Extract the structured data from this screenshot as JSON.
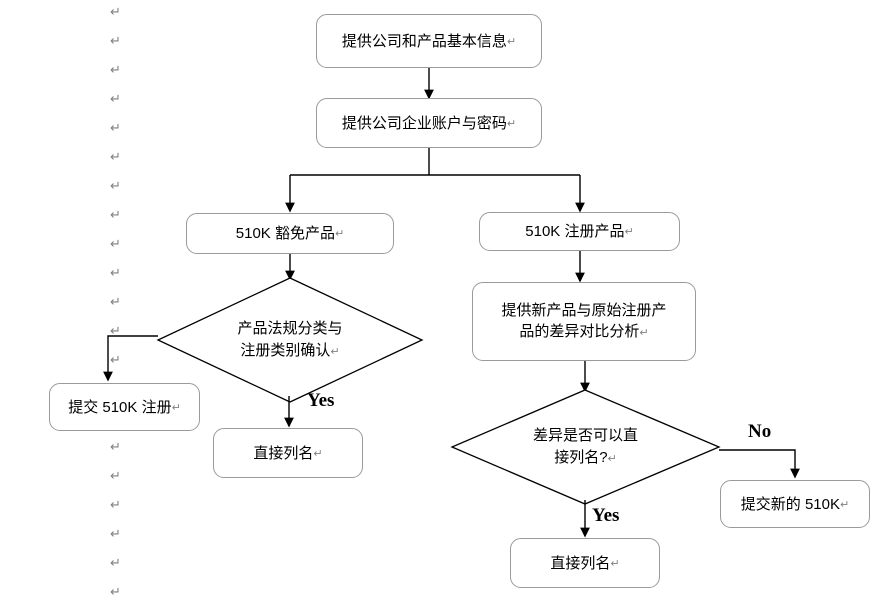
{
  "document": {
    "type": "flowchart",
    "language": "zh-CN",
    "background_color": "#ffffff",
    "shape_border_color": "#9a9a9a",
    "connector_color": "#000000",
    "return_mark": "↵",
    "return_mark_color": "#808080",
    "return_mark_count": 21
  },
  "nodes": {
    "start_info": {
      "label": "提供公司和产品基本信息",
      "shape": "rounded-rect"
    },
    "account": {
      "label": "提供公司企业账户与密码",
      "shape": "rounded-rect"
    },
    "exempt_product": {
      "label": "510K 豁免产品",
      "shape": "rounded-rect"
    },
    "registered_product": {
      "label": "510K 注册产品",
      "shape": "rounded-rect"
    },
    "classify_decision": {
      "label_line1": "产品法规分类与",
      "label_line2": "注册类别确认",
      "shape": "diamond"
    },
    "submit_510k": {
      "label": "提交 510K 注册",
      "shape": "rounded-rect"
    },
    "direct_list_left": {
      "label": "直接列名",
      "shape": "rounded-rect"
    },
    "diff_analysis": {
      "label_line1": "提供新产品与原始注册产",
      "label_line2": "品的差异对比分析",
      "shape": "rounded-rect"
    },
    "diff_decision": {
      "label_line1": "差异是否可以直",
      "label_line2": "接列名?",
      "shape": "diamond"
    },
    "new_510k": {
      "label": "提交新的 510K",
      "shape": "rounded-rect"
    },
    "direct_list_bottom": {
      "label": "直接列名",
      "shape": "rounded-rect"
    }
  },
  "edge_labels": {
    "classify_yes": "Yes",
    "diff_yes": "Yes",
    "diff_no": "No"
  }
}
